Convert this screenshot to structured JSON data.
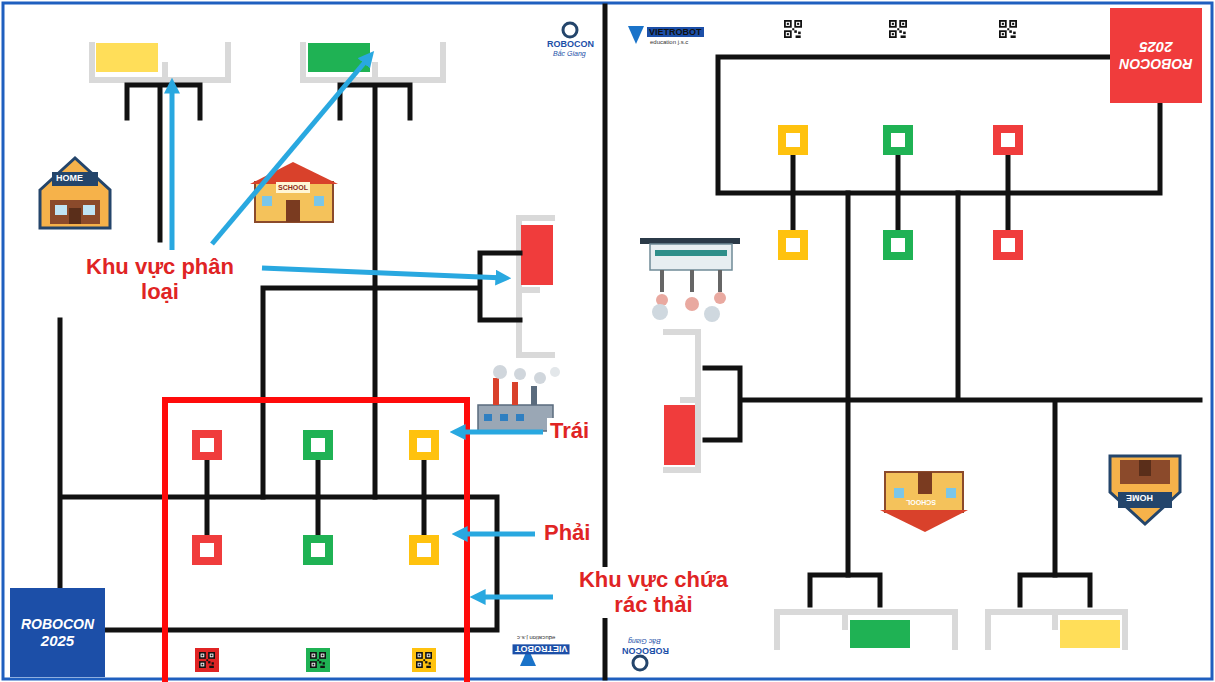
{
  "diagram": {
    "nodes": [
      {
        "text": [
          "ROBOCON",
          "2025"
        ]
      },
      {
        "text": [
          "ROBOCON",
          "2025"
        ]
      }
    ],
    "labels": [
      "Khu vực phân loại",
      "Trái",
      "Phải",
      "Khu vực chứa rác thải",
      "ROBOCON",
      "Bắc Giang",
      "VIETROBOT",
      "education j.s.c",
      "HOME",
      "SCHOOL",
      "SCHOOL",
      "HOME",
      "VIETROBOT",
      "education j.s.c",
      "ROBOCON",
      "Bắc Giang"
    ]
  }
}
